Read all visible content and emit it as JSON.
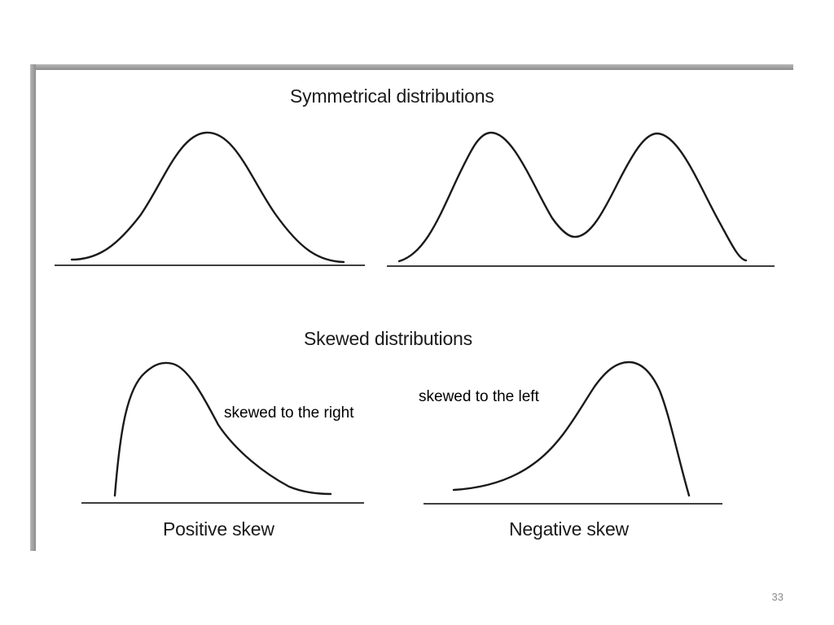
{
  "figure": {
    "symmetric_heading": "Symmetrical distributions",
    "skewed_heading": "Skewed distributions",
    "positive_caption": "Positive skew",
    "negative_caption": "Negative skew"
  },
  "annotations": {
    "right_note": "skewed to the right",
    "left_note": "skewed to the left"
  },
  "page_number": "33"
}
